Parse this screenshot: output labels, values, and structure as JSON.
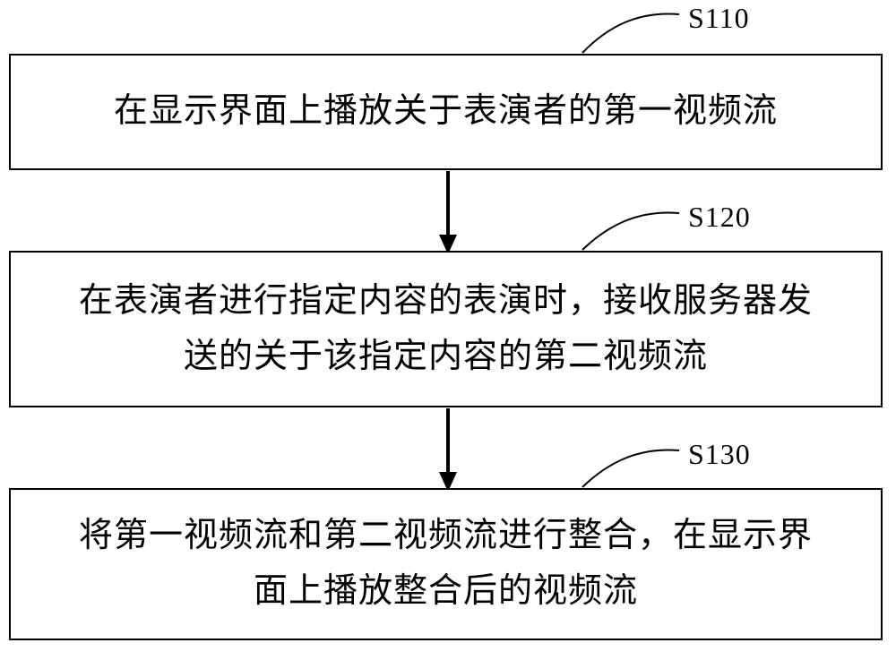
{
  "figure": {
    "steps": [
      {
        "id": "S110",
        "text": "在显示界面上播放关于表演者的第一视频流"
      },
      {
        "id": "S120",
        "text": "在表演者进行指定内容的表演时，接收服务器发送的关于该指定内容的第二视频流"
      },
      {
        "id": "S130",
        "text": "将第一视频流和第二视频流进行整合，在显示界面上播放整合后的视频流"
      }
    ],
    "colors": {
      "stroke": "#000000",
      "background": "#ffffff"
    }
  }
}
